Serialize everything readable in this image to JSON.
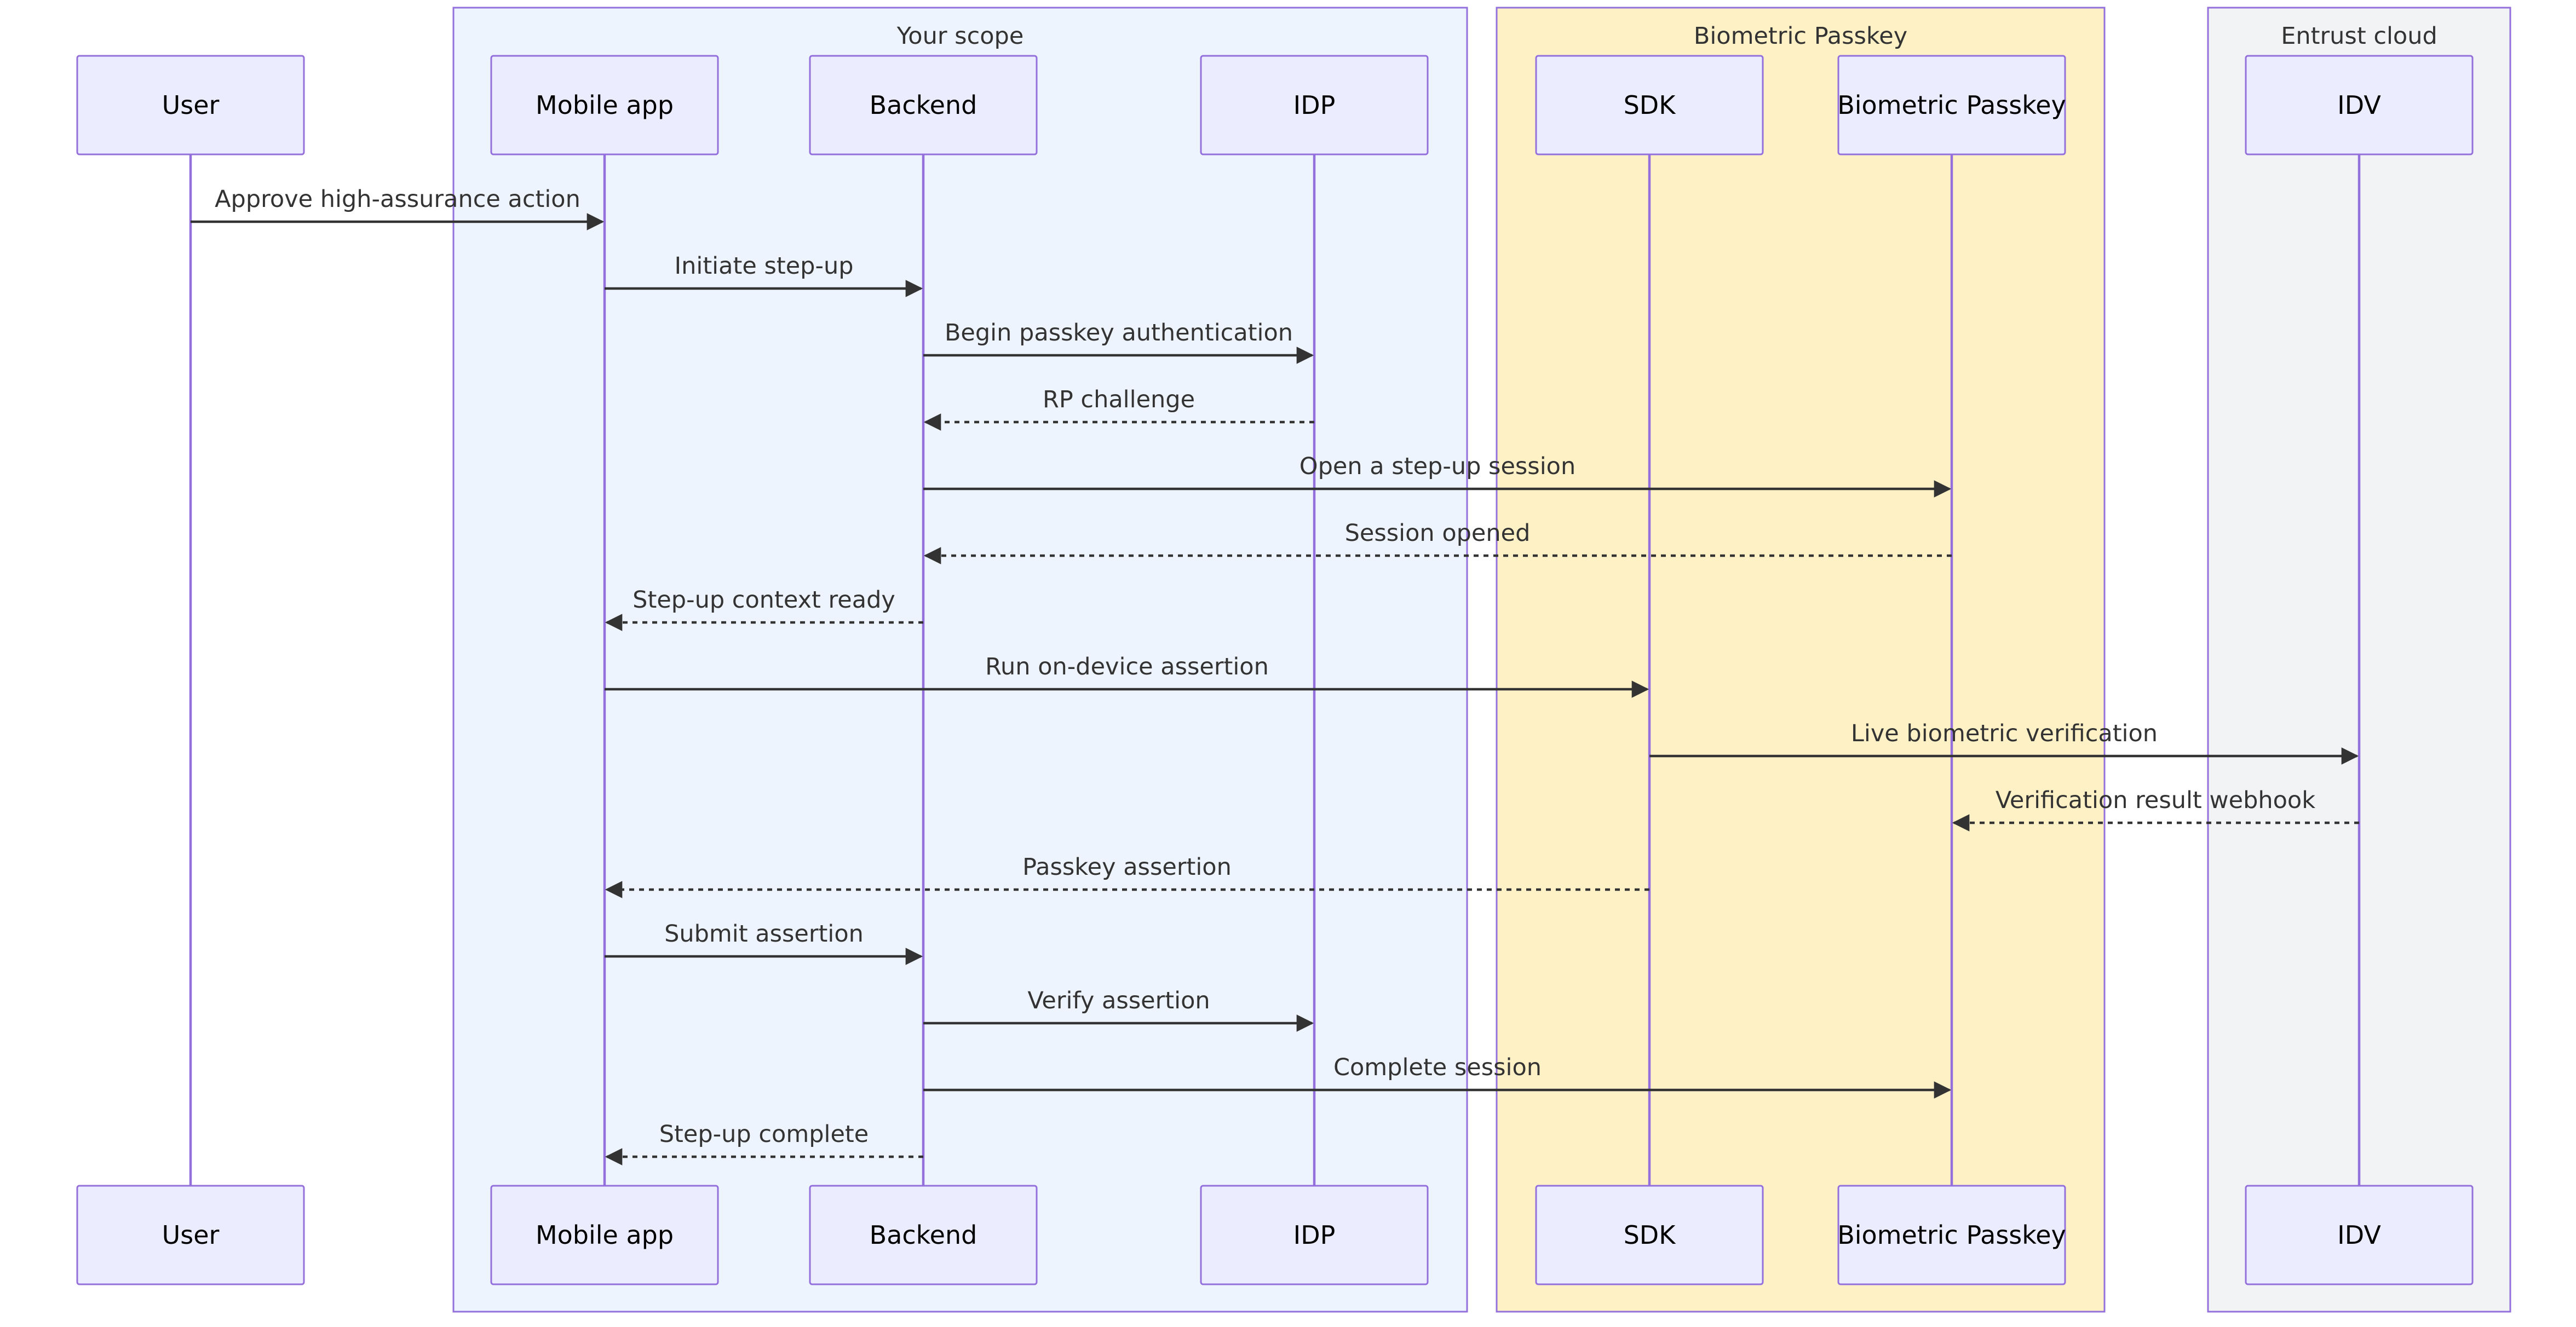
{
  "groups": [
    {
      "id": "your-scope",
      "title": "Your scope",
      "fill": "#EEF4FE",
      "stroke": "#9370DB"
    },
    {
      "id": "biometric-passkey",
      "title": "Biometric Passkey",
      "fill": "#FEF1C5",
      "stroke": "#9370DB"
    },
    {
      "id": "entrust-cloud",
      "title": "Entrust cloud",
      "fill": "#F2F3F5",
      "stroke": "#9370DB"
    }
  ],
  "participants": [
    {
      "id": "user",
      "label": "User"
    },
    {
      "id": "mobile-app",
      "label": "Mobile app"
    },
    {
      "id": "backend",
      "label": "Backend"
    },
    {
      "id": "idp",
      "label": "IDP"
    },
    {
      "id": "sdk",
      "label": "SDK"
    },
    {
      "id": "biometric-passkey",
      "label": "Biometric Passkey"
    },
    {
      "id": "idv",
      "label": "IDV"
    }
  ],
  "messages": [
    {
      "from": "user",
      "to": "mobile-app",
      "text": "Approve high-assurance action",
      "dashed": false
    },
    {
      "from": "mobile-app",
      "to": "backend",
      "text": "Initiate step-up",
      "dashed": false
    },
    {
      "from": "backend",
      "to": "idp",
      "text": "Begin passkey authentication",
      "dashed": false
    },
    {
      "from": "idp",
      "to": "backend",
      "text": "RP challenge",
      "dashed": true
    },
    {
      "from": "backend",
      "to": "biometric-passkey",
      "text": "Open a step-up session",
      "dashed": false
    },
    {
      "from": "biometric-passkey",
      "to": "backend",
      "text": "Session opened",
      "dashed": true
    },
    {
      "from": "backend",
      "to": "mobile-app",
      "text": "Step-up context ready",
      "dashed": true
    },
    {
      "from": "mobile-app",
      "to": "sdk",
      "text": "Run on-device assertion",
      "dashed": false
    },
    {
      "from": "sdk",
      "to": "idv",
      "text": "Live biometric verification",
      "dashed": false
    },
    {
      "from": "idv",
      "to": "biometric-passkey",
      "text": "Verification result webhook",
      "dashed": true
    },
    {
      "from": "sdk",
      "to": "mobile-app",
      "text": "Passkey assertion",
      "dashed": true
    },
    {
      "from": "mobile-app",
      "to": "backend",
      "text": "Submit assertion",
      "dashed": false
    },
    {
      "from": "backend",
      "to": "idp",
      "text": "Verify assertion",
      "dashed": false
    },
    {
      "from": "backend",
      "to": "biometric-passkey",
      "text": "Complete session",
      "dashed": false
    },
    {
      "from": "backend",
      "to": "mobile-app",
      "text": "Step-up complete",
      "dashed": true
    }
  ]
}
